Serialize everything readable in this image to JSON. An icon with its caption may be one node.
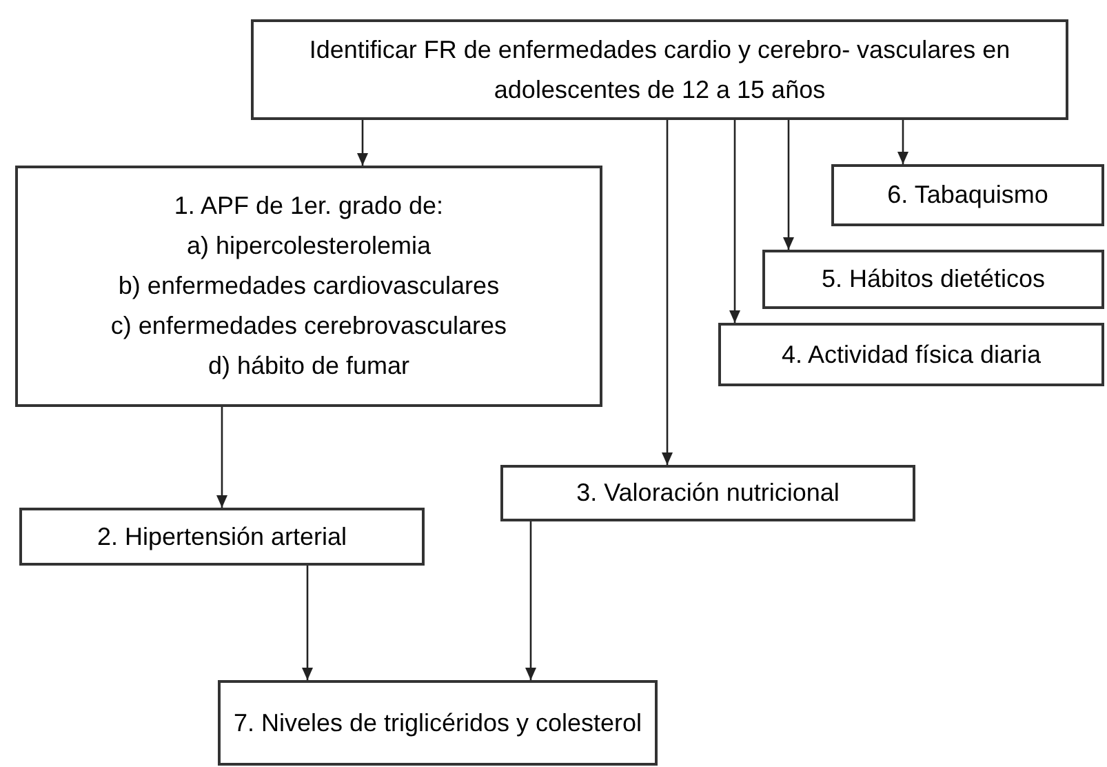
{
  "diagram": {
    "nodes": [
      {
        "text": [
          "Identificar FR de enfermedades cardio y cerebro- vasculares en adolescentes de 12 a 15 años"
        ]
      },
      {
        "text": [
          "1. APF de 1er. grado de:",
          "a) hipercolesterolemia",
          "b) enfermedades cardiovasculares",
          "c) enfermedades cerebrovasculares",
          "d) hábito de fumar"
        ]
      },
      {
        "text": [
          "2. Hipertensión arterial"
        ]
      },
      {
        "text": [
          "3. Valoración nutricional"
        ]
      },
      {
        "text": [
          "4. Actividad física diaria"
        ]
      },
      {
        "text": [
          "5. Hábitos dietéticos"
        ]
      },
      {
        "text": [
          "6. Tabaquismo"
        ]
      },
      {
        "text": [
          "7. Niveles de triglicéridos y colesterol"
        ]
      }
    ],
    "edges": [
      {
        "from": 0,
        "to": 1,
        "arrow": "to"
      },
      {
        "from": 0,
        "to": 3,
        "arrow": "to"
      },
      {
        "from": 0,
        "to": 4,
        "arrow": "to"
      },
      {
        "from": 0,
        "to": 5,
        "arrow": "to"
      },
      {
        "from": 0,
        "to": 6,
        "arrow": "to"
      },
      {
        "from": 1,
        "to": 2,
        "arrow": "to"
      },
      {
        "from": 2,
        "to": 7,
        "arrow": "to"
      },
      {
        "from": 3,
        "to": 7,
        "arrow": "to"
      }
    ]
  }
}
